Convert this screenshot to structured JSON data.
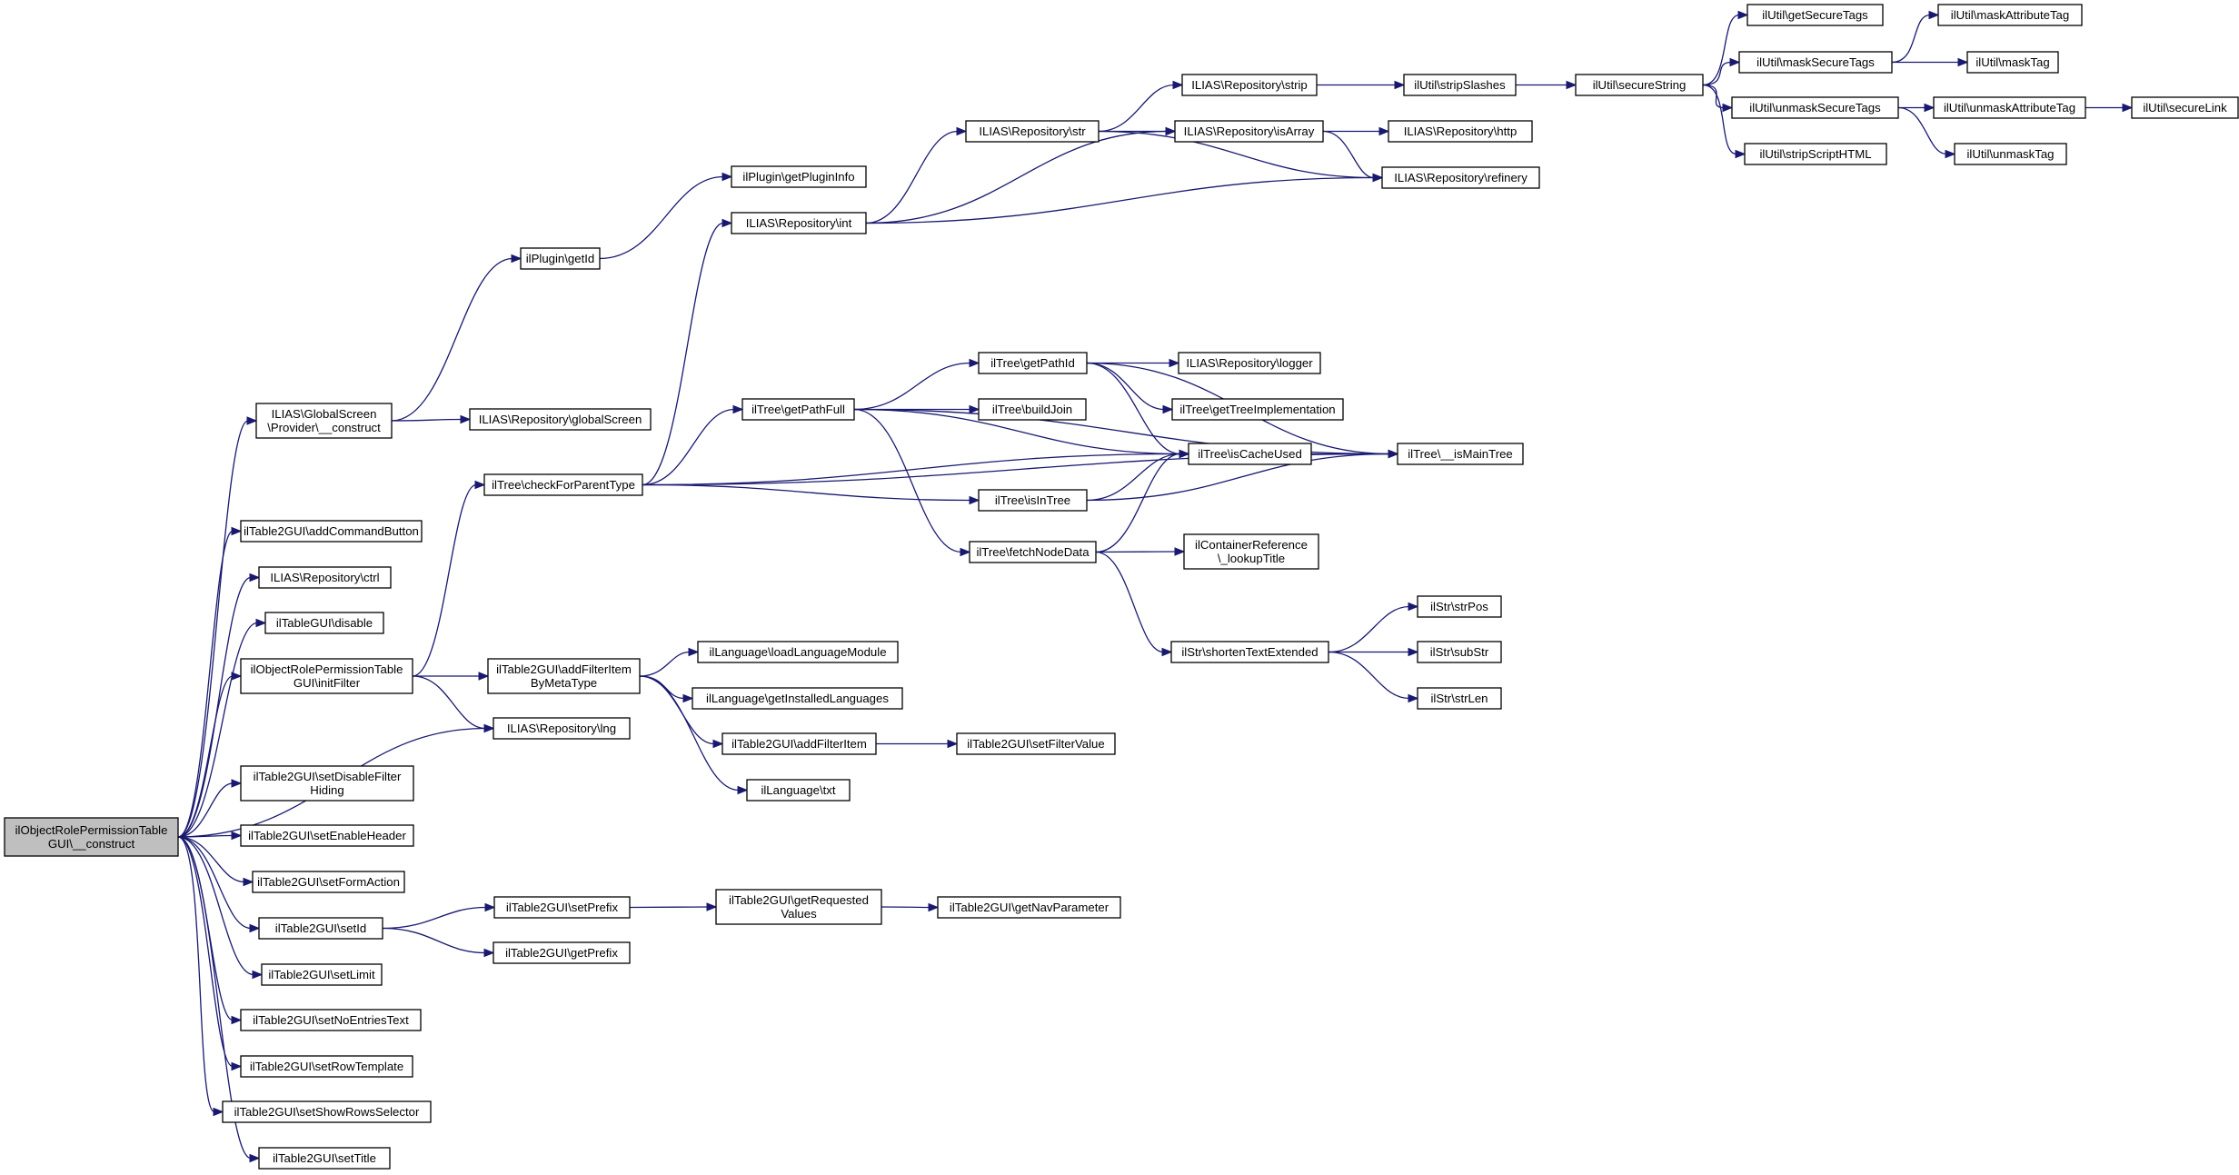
{
  "colors": {
    "edge": "#191970",
    "root_fill": "#bfbfbf",
    "node_fill": "#ffffff",
    "node_border": "#000000"
  },
  "nodes": {
    "n0": [
      "ilObjectRolePermissionTable",
      "GUI\\__construct"
    ],
    "n1": [
      "ILIAS\\GlobalScreen",
      "\\Provider\\__construct"
    ],
    "n2": [
      "ilTable2GUI\\addCommandButton"
    ],
    "n3": [
      "ILIAS\\Repository\\ctrl"
    ],
    "n4": [
      "ilTableGUI\\disable"
    ],
    "n5": [
      "ilObjectRolePermissionTable",
      "GUI\\initFilter"
    ],
    "n6": [
      "ILIAS\\Repository\\lng"
    ],
    "n7": [
      "ilTable2GUI\\setDisableFilter",
      "Hiding"
    ],
    "n8": [
      "ilTable2GUI\\setEnableHeader"
    ],
    "n9": [
      "ilTable2GUI\\setFormAction"
    ],
    "n10": [
      "ilTable2GUI\\setId"
    ],
    "n11": [
      "ilTable2GUI\\setLimit"
    ],
    "n12": [
      "ilTable2GUI\\setNoEntriesText"
    ],
    "n13": [
      "ilTable2GUI\\setRowTemplate"
    ],
    "n14": [
      "ilTable2GUI\\setShowRowsSelector"
    ],
    "n15": [
      "ilTable2GUI\\setTitle"
    ],
    "n16": [
      "ilPlugin\\getId"
    ],
    "n17": [
      "ILIAS\\Repository\\globalScreen"
    ],
    "n18": [
      "ilTree\\checkForParentType"
    ],
    "n19": [
      "ilTable2GUI\\addFilterItem",
      "ByMetaType"
    ],
    "n20": [
      "ilTable2GUI\\setPrefix"
    ],
    "n21": [
      "ilTable2GUI\\getPrefix"
    ],
    "n22": [
      "ilPlugin\\getPluginInfo"
    ],
    "n23": [
      "ILIAS\\Repository\\int"
    ],
    "n24": [
      "ilTree\\getPathFull"
    ],
    "n25": [
      "ilLanguage\\loadLanguageModule"
    ],
    "n26": [
      "ilLanguage\\getInstalledLanguages"
    ],
    "n27": [
      "ilTable2GUI\\addFilterItem"
    ],
    "n28": [
      "ilLanguage\\txt"
    ],
    "n29": [
      "ilTable2GUI\\getRequested",
      "Values"
    ],
    "n30": [
      "ILIAS\\Repository\\str"
    ],
    "n31": [
      "ilTree\\getPathId"
    ],
    "n32": [
      "ilTree\\buildJoin"
    ],
    "n33": [
      "ilTree\\isInTree"
    ],
    "n34": [
      "ilTree\\fetchNodeData"
    ],
    "n35": [
      "ilTable2GUI\\setFilterValue"
    ],
    "n36": [
      "ilTable2GUI\\getNavParameter"
    ],
    "n37": [
      "ILIAS\\Repository\\strip"
    ],
    "n38": [
      "ILIAS\\Repository\\isArray"
    ],
    "n39": [
      "ILIAS\\Repository\\logger"
    ],
    "n40": [
      "ilTree\\getTreeImplementation"
    ],
    "n41": [
      "ilTree\\isCacheUsed"
    ],
    "n42": [
      "ilContainerReference",
      "\\_lookupTitle"
    ],
    "n43": [
      "ilStr\\shortenTextExtended"
    ],
    "n44": [
      "ilUtil\\stripSlashes"
    ],
    "n45": [
      "ILIAS\\Repository\\http"
    ],
    "n46": [
      "ILIAS\\Repository\\refinery"
    ],
    "n47": [
      "ilTree\\__isMainTree"
    ],
    "n48": [
      "ilStr\\strPos"
    ],
    "n49": [
      "ilStr\\subStr"
    ],
    "n50": [
      "ilStr\\strLen"
    ],
    "n51": [
      "ilUtil\\secureString"
    ],
    "n52": [
      "ilUtil\\getSecureTags"
    ],
    "n53": [
      "ilUtil\\maskSecureTags"
    ],
    "n54": [
      "ilUtil\\unmaskSecureTags"
    ],
    "n55": [
      "ilUtil\\stripScriptHTML"
    ],
    "n56": [
      "ilUtil\\maskAttributeTag"
    ],
    "n57": [
      "ilUtil\\maskTag"
    ],
    "n58": [
      "ilUtil\\unmaskAttributeTag"
    ],
    "n59": [
      "ilUtil\\unmaskTag"
    ],
    "n60": [
      "ilUtil\\secureLink"
    ]
  },
  "edges": [
    [
      "n0",
      "n1"
    ],
    [
      "n0",
      "n2"
    ],
    [
      "n0",
      "n3"
    ],
    [
      "n0",
      "n4"
    ],
    [
      "n0",
      "n5"
    ],
    [
      "n0",
      "n6"
    ],
    [
      "n0",
      "n7"
    ],
    [
      "n0",
      "n8"
    ],
    [
      "n0",
      "n9"
    ],
    [
      "n0",
      "n10"
    ],
    [
      "n0",
      "n11"
    ],
    [
      "n0",
      "n12"
    ],
    [
      "n0",
      "n13"
    ],
    [
      "n0",
      "n14"
    ],
    [
      "n0",
      "n15"
    ],
    [
      "n1",
      "n16"
    ],
    [
      "n1",
      "n17"
    ],
    [
      "n16",
      "n22"
    ],
    [
      "n5",
      "n18"
    ],
    [
      "n5",
      "n19"
    ],
    [
      "n5",
      "n6"
    ],
    [
      "n18",
      "n23"
    ],
    [
      "n18",
      "n24"
    ],
    [
      "n18",
      "n41"
    ],
    [
      "n18",
      "n33"
    ],
    [
      "n18",
      "n47"
    ],
    [
      "n23",
      "n30"
    ],
    [
      "n23",
      "n38"
    ],
    [
      "n23",
      "n46"
    ],
    [
      "n30",
      "n37"
    ],
    [
      "n30",
      "n38"
    ],
    [
      "n30",
      "n46"
    ],
    [
      "n37",
      "n44"
    ],
    [
      "n44",
      "n51"
    ],
    [
      "n51",
      "n52"
    ],
    [
      "n51",
      "n53"
    ],
    [
      "n51",
      "n54"
    ],
    [
      "n51",
      "n55"
    ],
    [
      "n53",
      "n56"
    ],
    [
      "n53",
      "n57"
    ],
    [
      "n54",
      "n58"
    ],
    [
      "n54",
      "n59"
    ],
    [
      "n58",
      "n60"
    ],
    [
      "n38",
      "n45"
    ],
    [
      "n38",
      "n46"
    ],
    [
      "n24",
      "n31"
    ],
    [
      "n24",
      "n32"
    ],
    [
      "n24",
      "n34"
    ],
    [
      "n24",
      "n41"
    ],
    [
      "n24",
      "n47"
    ],
    [
      "n31",
      "n39"
    ],
    [
      "n31",
      "n40"
    ],
    [
      "n31",
      "n41"
    ],
    [
      "n31",
      "n47"
    ],
    [
      "n33",
      "n41"
    ],
    [
      "n33",
      "n47"
    ],
    [
      "n41",
      "n47"
    ],
    [
      "n34",
      "n41"
    ],
    [
      "n34",
      "n42"
    ],
    [
      "n34",
      "n43"
    ],
    [
      "n43",
      "n48"
    ],
    [
      "n43",
      "n49"
    ],
    [
      "n43",
      "n50"
    ],
    [
      "n19",
      "n25"
    ],
    [
      "n19",
      "n26"
    ],
    [
      "n19",
      "n27"
    ],
    [
      "n19",
      "n28"
    ],
    [
      "n27",
      "n35"
    ],
    [
      "n10",
      "n20"
    ],
    [
      "n10",
      "n21"
    ],
    [
      "n20",
      "n29"
    ],
    [
      "n29",
      "n36"
    ]
  ]
}
